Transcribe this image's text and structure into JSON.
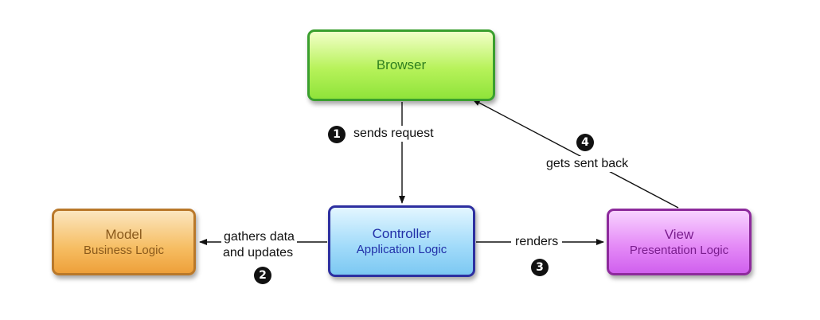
{
  "nodes": {
    "browser": {
      "title": "Browser"
    },
    "model": {
      "title": "Model",
      "subtitle": "Business Logic"
    },
    "controller": {
      "title": "Controller",
      "subtitle": "Application Logic"
    },
    "view": {
      "title": "View",
      "subtitle": "Presentation Logic"
    }
  },
  "edges": {
    "sends_request": {
      "step": "1",
      "label": "sends request"
    },
    "gathers_data": {
      "step": "2",
      "label_line1": "gathers data",
      "label_line2": "and updates"
    },
    "renders": {
      "step": "3",
      "label": "renders"
    },
    "gets_sent_back": {
      "step": "4",
      "label": "gets sent back"
    }
  },
  "colors": {
    "browser": "#3a9f2e",
    "model": "#b9782a",
    "controller": "#2d2fa0",
    "view": "#8d2a9c",
    "edge": "#111111"
  }
}
